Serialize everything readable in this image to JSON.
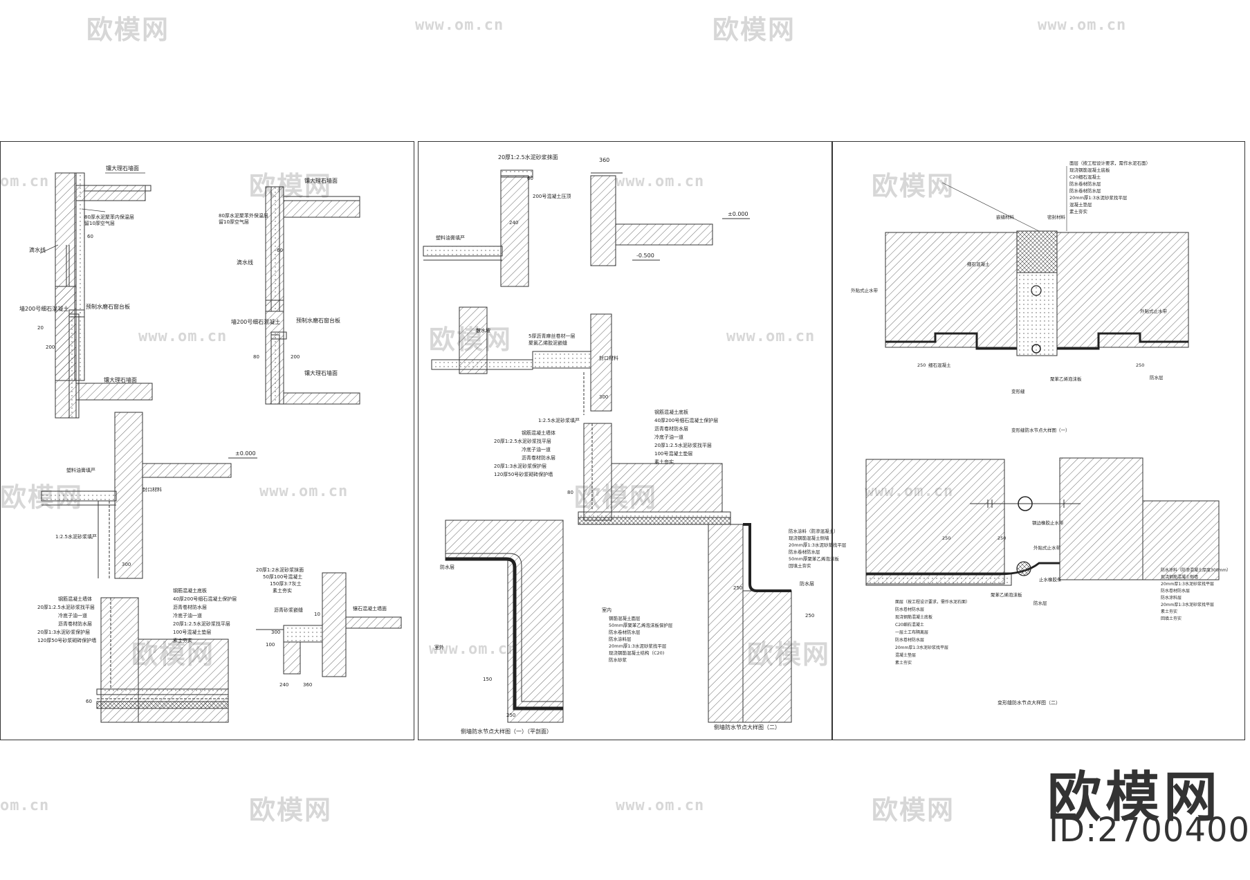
{
  "watermark": {
    "logo": "欧模网",
    "url": "www.om.cn",
    "url_short": "om.cn"
  },
  "brand": {
    "name": "欧模网",
    "id": "ID:2700400"
  },
  "panel1": {
    "labels": {
      "a_top": "镶大理石墙面",
      "a_mid": "80厚水泥聚苯内保温层",
      "a_mid2": "留10厚空气层",
      "a_drip": "滴水线",
      "b_top": "镶大理石墙面",
      "b_mid": "80厚水泥聚苯外保温层",
      "b_mid2": "留10厚空气层",
      "b_drip": "滴水线",
      "c_left": "墙200号细石混凝土",
      "c_right": "预制水磨石窗台板",
      "c_bottom": "镶大理石墙面",
      "d_left": "墙200号细石混凝土",
      "d_right": "预制水磨石窗台板",
      "d_bottom": "镶大理石墙面",
      "e_seal": "塑料油膏填严",
      "e_closing": "封口材料",
      "e_mortar": "1:2.5水泥砂浆填严",
      "e_level": "±0.000",
      "f_layers": [
        "钢筋混凝土墙体",
        "20厚1:2.5水泥砂浆找平层",
        "冷底子油一道",
        "沥青卷材防水层",
        "20厚1:3水泥砂浆保护层",
        "120厚50号砂浆砌砖保护墙"
      ],
      "f_layers_right": [
        "钢筋混凝土底板",
        "40厚200号细石混凝土保护层",
        "沥青卷材防水层",
        "冷底子油一道",
        "20厚1:2.5水泥砂浆找平层",
        "100号混凝土垫层",
        "素土夯实"
      ],
      "g_layers": [
        "20厚1:2水泥砂浆抹面",
        "50厚100号混凝土",
        "150厚3:7灰土",
        "素土夯实"
      ],
      "g_joint": "沥青砂浆嵌缝",
      "g_wall": "镶石混凝土墙面"
    },
    "dims": {
      "d60": "60",
      "d20": "20",
      "d200": "200",
      "d80": "80",
      "d300": "300",
      "d240": "240",
      "d360": "360",
      "d10": "10",
      "d100": "100"
    }
  },
  "panel2": {
    "labels": {
      "a_top": "20厚1:2.5水泥砂浆抹面",
      "a_conc": "200号混凝土压顶",
      "a_seal": "塑料油膏填严",
      "a_d360": "360",
      "a_d240": "240",
      "a_d60": "60",
      "a_level0": "±0.000",
      "a_level1": "-0.500",
      "b_left": "散水坡",
      "b_mid1": "5厚沥青麻丝卷材一层",
      "b_mid2": "聚氯乙烯胶泥嵌缝",
      "b_closing": "封口材料",
      "b_mortar": "1:2.5水泥砂浆填严",
      "b_d300": "300",
      "c_layers_left": [
        "钢筋混凝土墙体",
        "20厚1:2.5水泥砂浆找平层",
        "冷底子油一道",
        "沥青卷材防水层",
        "20厚1:3水泥砂浆保护层",
        "120厚50号砂浆砌砖保护墙"
      ],
      "c_layers_right": [
        "钢筋混凝土底板",
        "40厚200号细石混凝土保护层",
        "沥青卷材防水层",
        "冷底子油一道",
        "20厚1:2.5水泥砂浆找平层",
        "100号混凝土垫层",
        "素土夯实"
      ],
      "c_d80": "80",
      "d_inner": "室内",
      "d_outer": "室外",
      "d_waterproof": "防水层",
      "d_layers": [
        "钢筋混凝土面层",
        "50mm厚聚苯乙烯泡沫板保护层",
        "防水卷材防水层",
        "防水涂料层",
        "20mm厚1:3水泥砂浆找平层",
        "现浇钢筋混凝土结构（C20)",
        "防水砂浆"
      ],
      "d_d250": "250",
      "d_d150": "150",
      "d_caption": "侧墙防水节点大样图（一）（平剖面）",
      "e_layers": [
        "防水涂料（防渗混凝土）",
        "现浇钢筋混凝土侧墙",
        "20mm厚1:3水泥砂浆找平层",
        "防水卷材防水层",
        "50mm厚聚苯乙烯泡沫板",
        "回填土夯实"
      ],
      "e_waterproof": "防水层",
      "e_d250": "250",
      "e_d150": "250",
      "e_caption": "侧墙防水节点大样图（二）"
    }
  },
  "panel3": {
    "labels": {
      "a_layers": [
        "面层（按工程设计要求，需作水泥石面）",
        "现浇钢筋混凝土底板",
        "C20细石混凝土",
        "防水卷材防水层",
        "防水卷材防水层",
        "20mm厚1:3水泥砂浆找平层",
        "混凝土垫层",
        "素土夯实"
      ],
      "a_filler": "嵌缝材料",
      "a_seal": "密封材料",
      "a_fine": "细石混凝土",
      "a_rebar": "外贴式止水带",
      "a_outer": "防水层",
      "a_joint_left": "外贴式止水带",
      "a_joint_mid": "变形缝",
      "a_joint_right": "聚苯乙烯泡沫板",
      "a_d250": "250",
      "a_d250b": "250",
      "a_caption": "变形缝防水节点大样图（一）",
      "b_waterstop": "钢边橡胶止水带",
      "b_joint": "外贴式止水带",
      "b_rope": "止水橡胶条",
      "b_seal": "聚苯乙烯泡沫板",
      "b_right": "防水层",
      "b_d250": "250",
      "b_d250b": "250",
      "b_layers_right": [
        "防水涂料（防渗混凝土厚度300mm）",
        "现浇钢筋混凝土侧墙",
        "20mm厚1:3水泥砂浆找平层",
        "防水卷材防水层",
        "防水涂料层",
        "20mm厚1:3水泥砂浆找平层",
        "素土夯实",
        "回填土夯实"
      ],
      "b_layers_left": [
        "面层（按工程设计要求，需作水泥石面）",
        "防水卷材防水层",
        "现浇钢筋混凝土底板",
        "C20细石混凝土",
        "一层土工布隔离层",
        "防水卷材防水层",
        "20mm厚1:3水泥砂浆找平层",
        "混凝土垫层",
        "素土夯实"
      ],
      "b_caption": "变形缝防水节点大样图（二）"
    }
  }
}
